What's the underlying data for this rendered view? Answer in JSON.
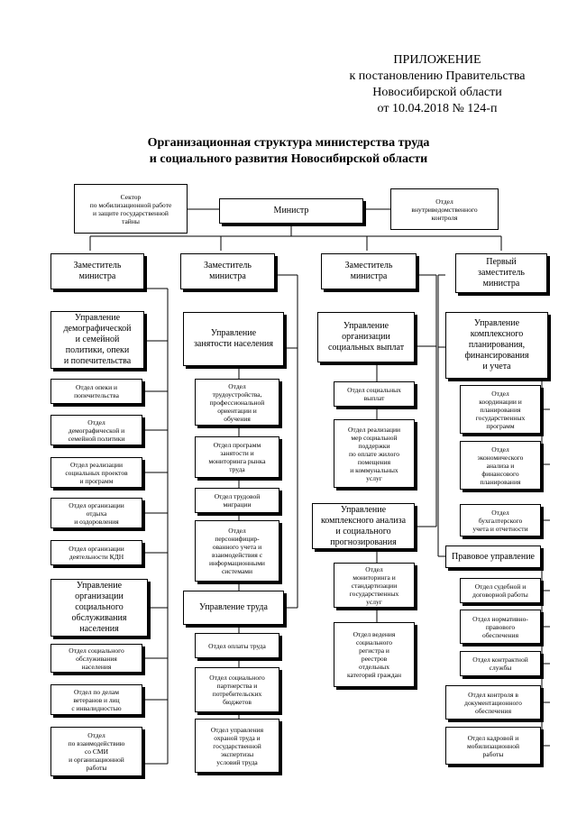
{
  "header": {
    "line1": "ПРИЛОЖЕНИЕ",
    "line2": "к постановлению Правительства",
    "line3": "Новосибирской области",
    "line4": "от 10.04.2018  № 124-п"
  },
  "title": {
    "line1": "Организационная структура министерства труда",
    "line2": "и социального развития Новосибирской области"
  },
  "top": {
    "sector": "Сектор\nпо мобилизационной работе\nи защите государственной\nтайны",
    "minister": "Министр",
    "control": "Отдел\nвнутриведомственного\nконтроля"
  },
  "col1": {
    "deputy": "Заместитель\nминистра",
    "dept_demography": "Управление\nдемографической\nи семейной\nполитики, опеки\nи попечительства",
    "div_guardianship": "Отдел опеки и\nпопечительства",
    "div_demography": "Отдел\nдемографической и\nсемейной политики",
    "div_projects": "Отдел реализации\nсоциальных проектов\nи программ",
    "div_recreation": "Отдел организации\nотдыха\nи оздоровления",
    "div_kdn": "Отдел организации\nдеятельности КДН",
    "dept_social_service": "Управление\nорганизации\nсоциального\nобслуживания\nнаселения",
    "div_social_service": "Отдел социального\nобслуживания\nнаселения",
    "div_veterans": "Отдел по делам\nветеранов и лиц\nс инвалидностью",
    "div_media": "Отдел\nпо взаимодействию\nсо СМИ\nи организационной\nработы"
  },
  "col2": {
    "deputy": "Заместитель\nминистра",
    "dept_employment": "Управление\nзанятости населения",
    "div_employment": "Отдел\nтрудоустройства,\nпрофессиональной\nориентации и\nобучения",
    "div_programs": "Отдел программ\nзанятости и\nмониторинга рынка\nтруда",
    "div_migration": "Отдел трудовой\nмиграции",
    "div_personified": "Отдел\nперсонифицир-\nованного учета и\nвзаимодействия с\nинформационными\nсистемами",
    "dept_labor": "Управление труда",
    "div_wages": "Отдел оплаты труда",
    "div_partnership": "Отдел социального\nпартнерства и\nпотребительских\nбюджетов",
    "div_safety": "Отдел управления\nохраной труда и\nгосударственной\nэкспертизы\nусловий труда"
  },
  "col3": {
    "deputy": "Заместитель\nминистра",
    "dept_payments": "Управление\nорганизации\nсоциальных выплат",
    "div_payments": "Отдел социальных\nвыплат",
    "div_support": "Отдел реализации\nмер социальной\nподдержки\nпо оплате жилого\nпомещения\nи коммунальных\nуслуг",
    "dept_analysis": "Управление\nкомплексного анализа\nи социального\nпрогнозирования",
    "div_monitoring": "Отдел\nмониторинга и\nстандартизации\nгосударственных\nуслуг",
    "div_register": "Отдел ведения\nсоциального\nрегистра и\nреестров\nотдельных\nкатегорий граждан"
  },
  "col4": {
    "deputy": "Первый\nзаместитель\nминистра",
    "dept_planning": "Управление\nкомплексного\nпланирования,\nфинансирования\nи учета",
    "div_coordination": "Отдел\nкоординации и\nпланирования\nгосударственных\nпрограмм",
    "div_economics": "Отдел\nэкономического\nанализа и\nфинансового\nпланирования",
    "div_accounting": "Отдел\nбухгалтерского\nучета и отчетности",
    "dept_legal": "Правовое управление",
    "div_judicial": "Отдел судебной и\nдоговорной работы",
    "div_normative": "Отдел нормативно-\nправового\nобеспечения",
    "div_contract": "Отдел контрактной\nслужбы",
    "div_docs": "Отдел контроля в\nдокументационного\nобеспечения",
    "div_personnel": "Отдел кадровой и\nмобилизационной\nработы"
  }
}
